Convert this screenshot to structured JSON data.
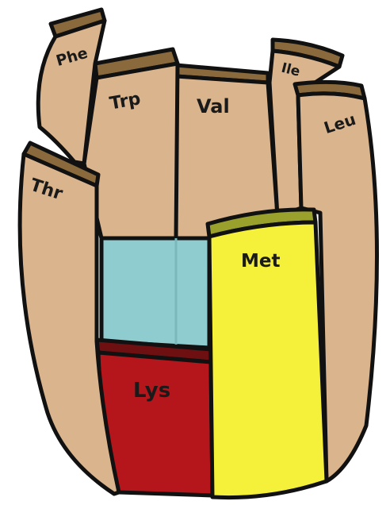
{
  "staves": {
    "phe": "Phe",
    "trp": "Trp",
    "val": "Val",
    "ile": "Ile",
    "leu": "Leu",
    "thr": "Thr",
    "met": "Met",
    "lys": "Lys"
  },
  "colors": {
    "wood": "#d9b48c",
    "rim": "#8a6a3c",
    "water": "#8fccd0",
    "met": "#f5f03a",
    "met_rim": "#9aa02c",
    "lys": "#b4161b",
    "outline": "#111111"
  }
}
